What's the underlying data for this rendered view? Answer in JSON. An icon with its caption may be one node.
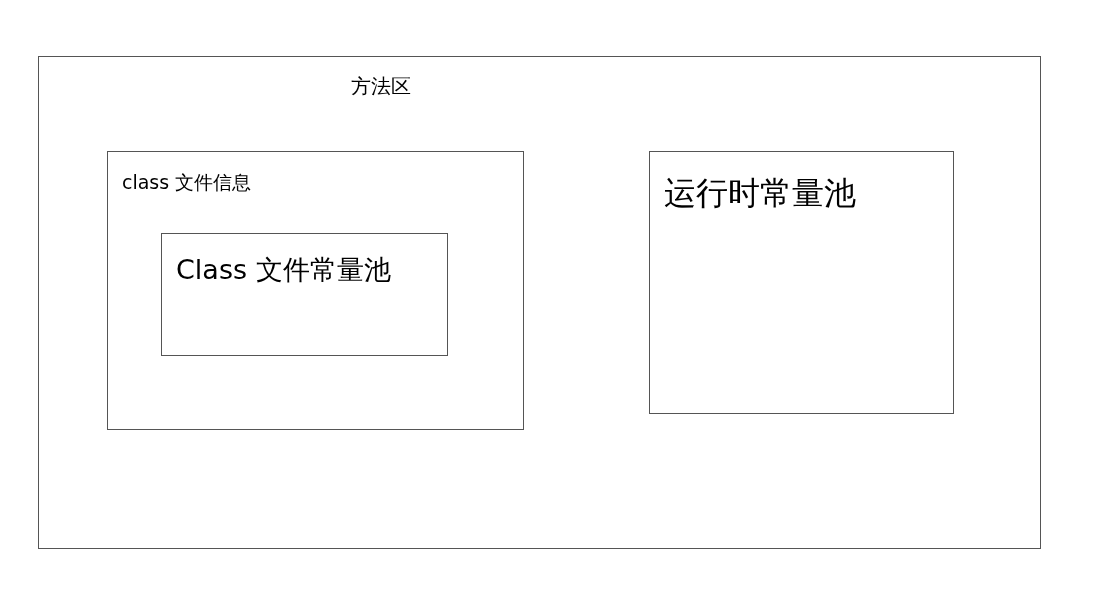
{
  "diagram": {
    "nodes": [
      {
        "text": [
          "方法区"
        ]
      },
      {
        "text": [
          "class 文件信息"
        ],
        "in": 0
      },
      {
        "text": [
          "Class 文件常量池"
        ],
        "in": 1
      },
      {
        "text": [
          "运行时常量池"
        ],
        "in": 0
      }
    ]
  }
}
